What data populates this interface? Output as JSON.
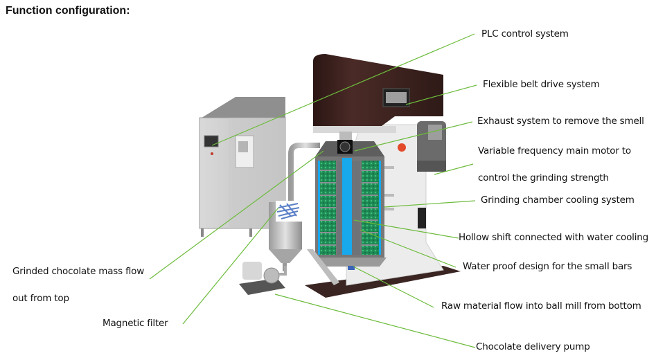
{
  "title": "Function configuration:",
  "colors": {
    "leader_line": "#6cbb3c",
    "housing_top": "#3a1f1c",
    "chamber_blue": "#17a9ec",
    "grinding_media": "#1f8f5a",
    "steel": "#c8c8c8"
  },
  "labels": {
    "plc": "PLC control system",
    "belt": "Flexible belt drive system",
    "exhaust": "Exhaust system to remove the smell",
    "motor_line1": "Variable frequency main motor to",
    "motor_line2": "control the grinding strength",
    "chamber_cooling": "Grinding chamber cooling system",
    "hollow_shaft": "Hollow shift connected with water cooling",
    "waterproof": "Water proof design for the small bars",
    "raw_material": "Raw material flow into ball mill from bottom",
    "pump": "Chocolate delivery pump",
    "grinded_line1": "Grinded chocolate mass flow",
    "grinded_line2": "out from top",
    "magnetic": "Magnetic  filter"
  }
}
